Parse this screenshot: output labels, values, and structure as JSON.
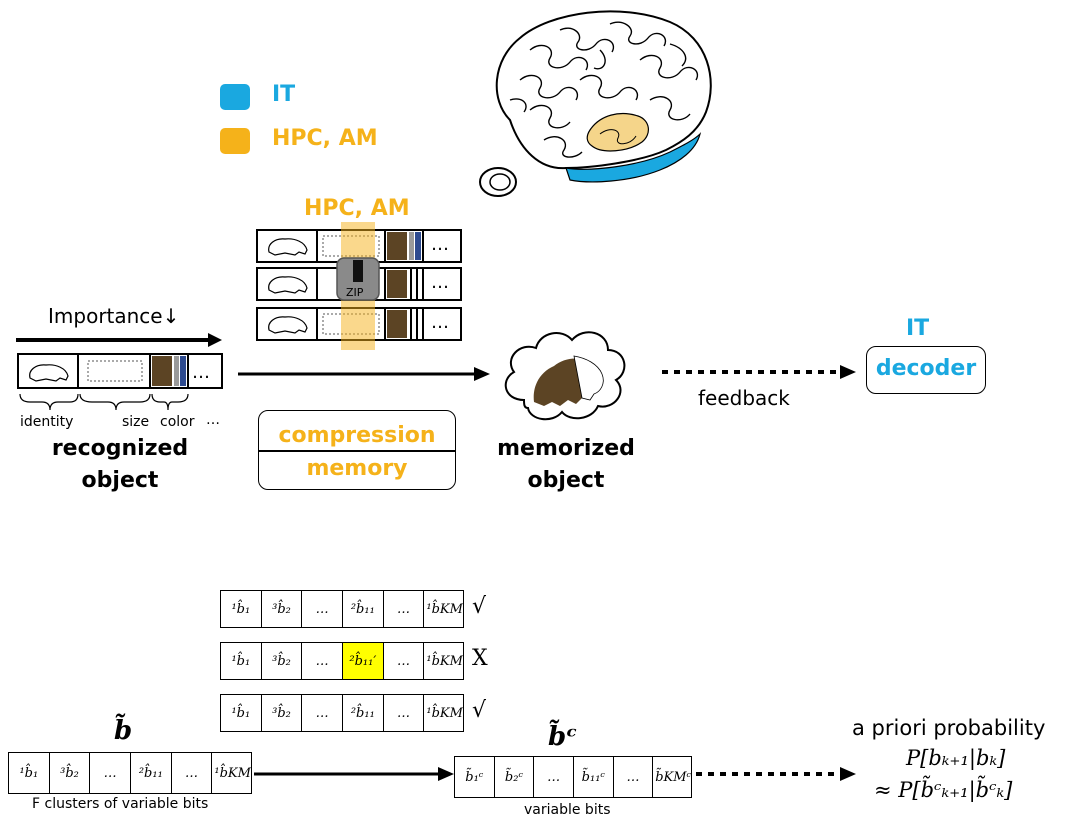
{
  "legend": {
    "items": [
      {
        "label": "IT",
        "color": "#1aa8e0"
      },
      {
        "label": "HPC, AM",
        "color": "#f5b21a"
      }
    ]
  },
  "colors": {
    "it_blue": "#1aa8e0",
    "hpc_orange": "#f5b21a",
    "brown": "#5c4424",
    "dark_blue": "#2d4a8f",
    "highlight_yellow": "#ffff00"
  },
  "top": {
    "hpc_am_label": "HPC, AM",
    "zip_label": "ZIP",
    "importance_label": "Importance↓",
    "ellipsis": "…",
    "feature_labels": {
      "identity": "identity",
      "size": "size",
      "color": "color",
      "more": "…"
    },
    "recognized": [
      "recognized",
      "object"
    ],
    "compression": "compression",
    "memory": "memory",
    "memorized": [
      "memorized",
      "object"
    ],
    "feedback": "feedback",
    "it_label": "IT",
    "decoder": "decoder"
  },
  "bottom": {
    "rows": [
      {
        "cells": [
          "¹b̂₁",
          "³b̂₂",
          "…",
          "²b̂₁₁",
          "…",
          "¹b̂KM"
        ],
        "mark": "√",
        "highlight": -1
      },
      {
        "cells": [
          "¹b̂₁",
          "³b̂₂",
          "…",
          "²b̂₁₁′",
          "…",
          "¹b̂KM"
        ],
        "mark": "X",
        "highlight": 3
      },
      {
        "cells": [
          "¹b̂₁",
          "³b̂₂",
          "…",
          "²b̂₁₁",
          "…",
          "¹b̂KM"
        ],
        "mark": "√",
        "highlight": -1
      }
    ],
    "b_tilde": "b̃",
    "b_cells": [
      "¹b̂₁",
      "³b̂₂",
      "…",
      "²b̂₁₁",
      "…",
      "¹b̂KM"
    ],
    "b_caption": "F clusters of variable bits",
    "bc_tilde": "b̃ᶜ",
    "bc_cells": [
      "b̃₁ᶜ",
      "b̃₂ᶜ",
      "…",
      "b̃₁₁ᶜ",
      "…",
      "b̃KMᶜ"
    ],
    "bc_caption": "variable bits",
    "prior_title": "a priori probability",
    "prior_line1": "P[bₖ₊₁|bₖ]",
    "prior_line2": "≈ P[b̃ᶜₖ₊₁|b̃ᶜₖ]"
  }
}
